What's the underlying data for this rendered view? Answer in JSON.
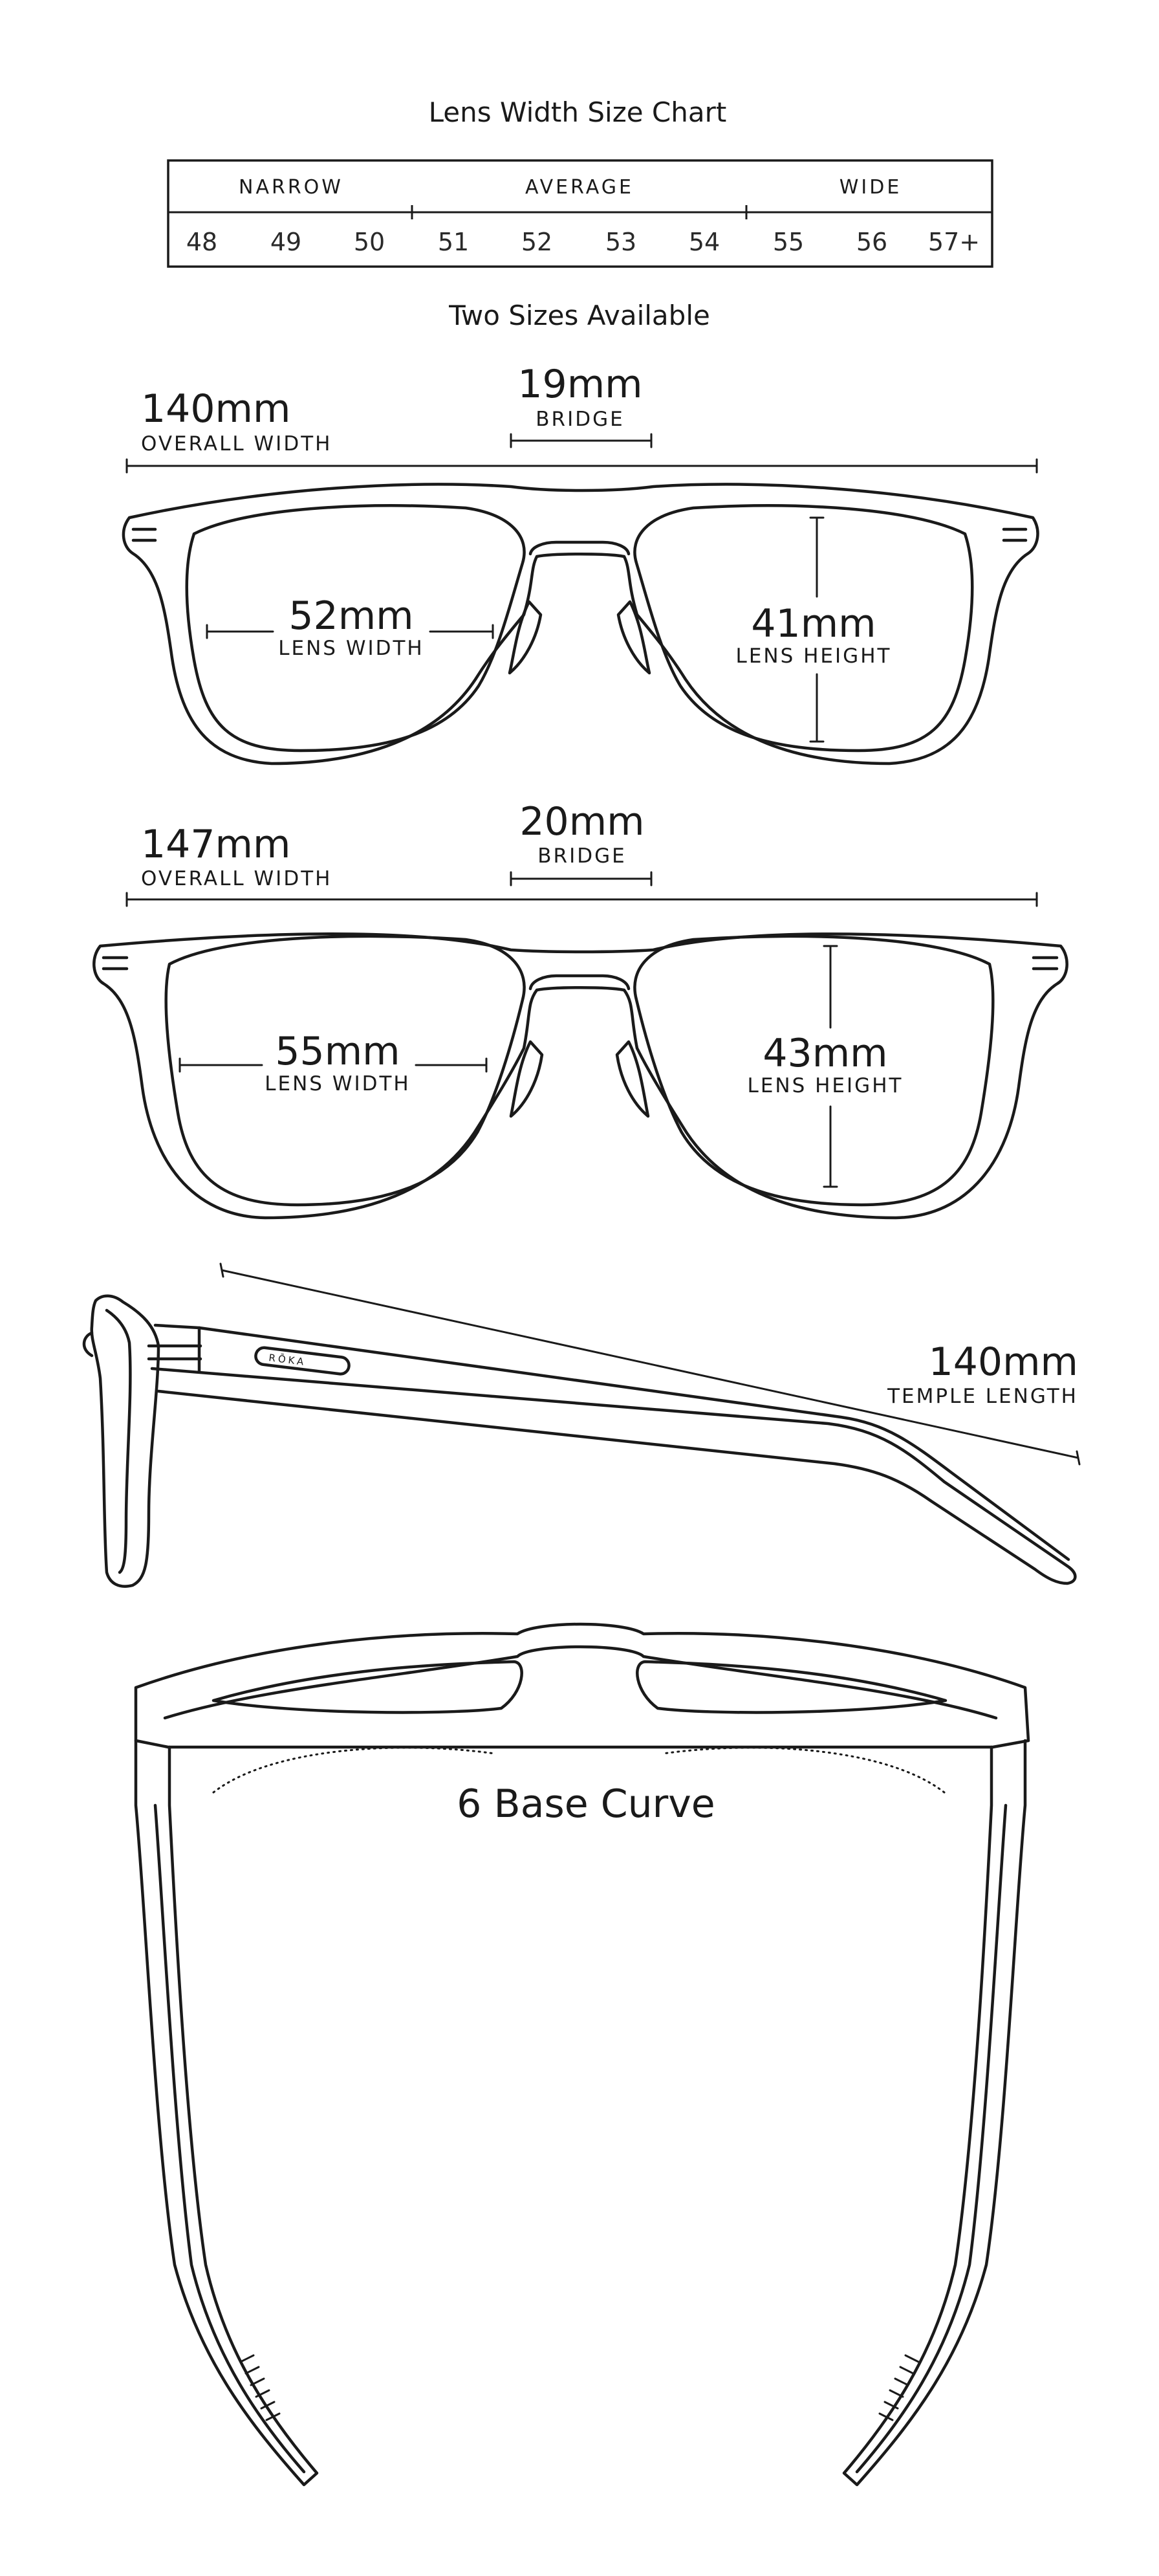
{
  "chart": {
    "title": "Lens Width Size Chart",
    "categories": [
      {
        "label": "NARROW",
        "sizes": [
          "48",
          "49",
          "50"
        ]
      },
      {
        "label": "AVERAGE",
        "sizes": [
          "51",
          "52",
          "53",
          "54"
        ]
      },
      {
        "label": "WIDE",
        "sizes": [
          "55",
          "56",
          "57+"
        ]
      }
    ]
  },
  "subtitle": "Two Sizes Available",
  "sizes": [
    {
      "overall_width": "140mm",
      "overall_width_label": "OVERALL WIDTH",
      "bridge": "19mm",
      "bridge_label": "BRIDGE",
      "lens_width": "52mm",
      "lens_width_label": "LENS WIDTH",
      "lens_height": "41mm",
      "lens_height_label": "LENS HEIGHT"
    },
    {
      "overall_width": "147mm",
      "overall_width_label": "OVERALL WIDTH",
      "bridge": "20mm",
      "bridge_label": "BRIDGE",
      "lens_width": "55mm",
      "lens_width_label": "LENS WIDTH",
      "lens_height": "43mm",
      "lens_height_label": "LENS HEIGHT"
    }
  ],
  "temple": {
    "length": "140mm",
    "label": "TEMPLE LENGTH",
    "brand": "RŌKA"
  },
  "base_curve": "6 Base Curve"
}
